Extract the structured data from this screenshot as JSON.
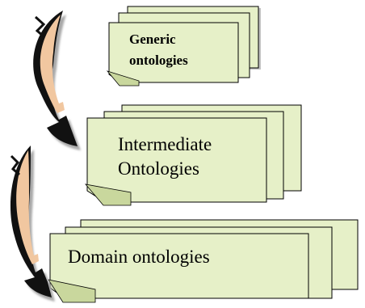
{
  "diagram": {
    "nodes": [
      {
        "id": "generic",
        "label": "Generic\nontologies"
      },
      {
        "id": "intermediate",
        "label": "Intermediate\nOntologies"
      },
      {
        "id": "domain",
        "label": "Domain ontologies"
      }
    ],
    "edges": [
      {
        "from": "generic",
        "to": "intermediate",
        "style": "curved-arrow"
      },
      {
        "from": "intermediate",
        "to": "domain",
        "style": "curved-arrow"
      }
    ],
    "colors": {
      "page_fill": "#e6f0c8",
      "outline": "#000000",
      "shadow": "#a8a8a8",
      "arrow_dark": "#111111",
      "arrow_light": "#f1c7a0"
    }
  }
}
